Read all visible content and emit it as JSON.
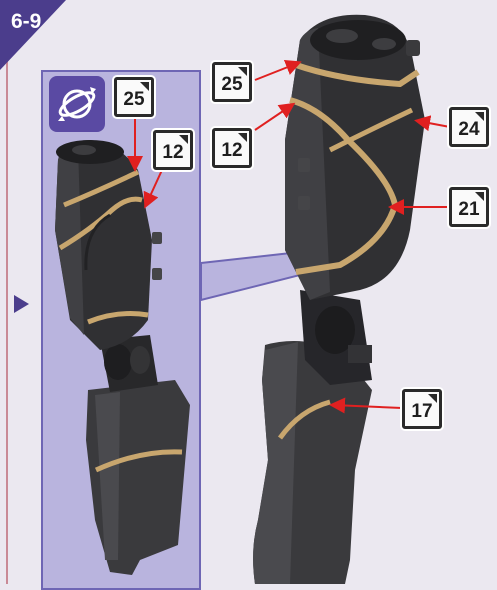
{
  "step": {
    "label": "6-9"
  },
  "icons": {
    "rotate": "rotate-view-icon",
    "pointer": "triangle-pointer-icon",
    "tag_fold": "page-fold-icon"
  },
  "colors": {
    "badge": "#4b3d8c",
    "panel": "#b9b4de",
    "panel_border": "#6e66b4",
    "accent_stripe": "#c8a66e",
    "leader_line": "#e02020",
    "part_dark": "#2d2d2f"
  },
  "detail_tags": [
    {
      "id": "25"
    },
    {
      "id": "12"
    }
  ],
  "main_tags": [
    {
      "id": "25"
    },
    {
      "id": "12"
    },
    {
      "id": "24"
    },
    {
      "id": "21"
    },
    {
      "id": "17"
    }
  ]
}
